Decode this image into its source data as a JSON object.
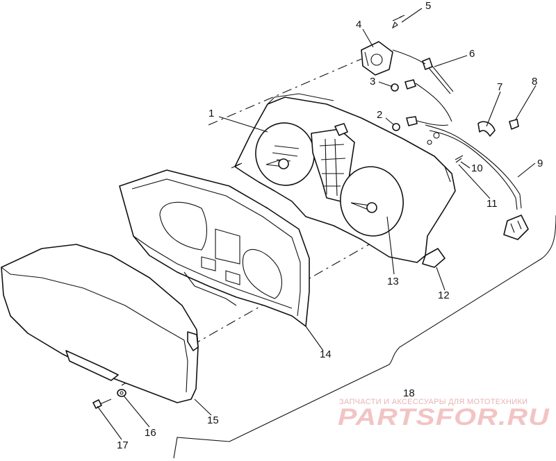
{
  "callouts": [
    {
      "id": "1",
      "label": "1"
    },
    {
      "id": "2",
      "label": "2"
    },
    {
      "id": "3",
      "label": "3"
    },
    {
      "id": "4",
      "label": "4"
    },
    {
      "id": "5",
      "label": "5"
    },
    {
      "id": "6",
      "label": "6"
    },
    {
      "id": "7",
      "label": "7"
    },
    {
      "id": "8",
      "label": "8"
    },
    {
      "id": "9",
      "label": "9"
    },
    {
      "id": "10",
      "label": "10"
    },
    {
      "id": "11",
      "label": "11"
    },
    {
      "id": "12",
      "label": "12"
    },
    {
      "id": "13",
      "label": "13"
    },
    {
      "id": "14",
      "label": "14"
    },
    {
      "id": "15",
      "label": "15"
    },
    {
      "id": "16",
      "label": "16"
    },
    {
      "id": "17",
      "label": "17"
    },
    {
      "id": "18",
      "label": "18"
    }
  ],
  "watermark": {
    "tagline": "ЗАПЧАСТИ И АКСЕССУАРЫ ДЛЯ МОТОТЕХНИКИ",
    "brand": "PARTSFOR.RU",
    "color": "#f2c4c4"
  }
}
